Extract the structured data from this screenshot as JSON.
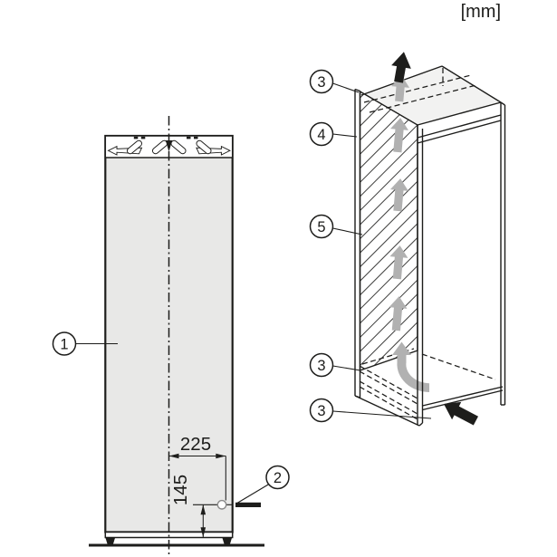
{
  "page": {
    "units_label": "[mm]",
    "background": "#ffffff"
  },
  "colors": {
    "line": "#1d1d1b",
    "appliance_fill": "#e8e8e7",
    "niche_top_fill": "#f2f2f1",
    "airflow_arrow_gray": "#b1b1b1",
    "bold_arrow_black": "#1d1d1b",
    "socket_marker_black": "#1d1d1b"
  },
  "front_view": {
    "title": "appliance front view",
    "callout_appliance": "1",
    "callout_connection": "2",
    "dim_offset_from_center": "225",
    "dim_height_from_floor": "145"
  },
  "niche_view": {
    "title": "building-in niche ventilation view",
    "callout_vent_top": "3",
    "callout_side_panel": "4",
    "callout_rear_duct": "5",
    "callout_vent_bottom": "3",
    "callout_plinth_vent": "3"
  }
}
